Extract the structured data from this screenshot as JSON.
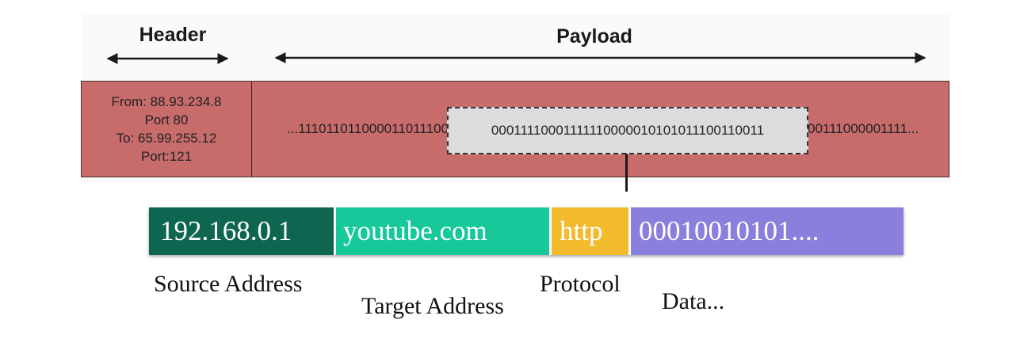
{
  "spans": {
    "header": "Header",
    "payload": "Payload"
  },
  "packet": {
    "header_lines": [
      "From: 88.93.234.8",
      "Port 80",
      "To: 65.99.255.12",
      "Port:121"
    ],
    "bits_left": "...111011011000011011100",
    "bits_highlighted": "00011110001111110000010101011100110011",
    "bits_right": "00111000001111..."
  },
  "segments": {
    "source": "192.168.0.1",
    "target": "youtube.com",
    "protocol": "http",
    "data": "00010010101...."
  },
  "labels": {
    "source": "Source Address",
    "target": "Target Address",
    "protocol": "Protocol",
    "data": "Data..."
  },
  "colors": {
    "packet_fill": "#c76b6b",
    "highlight_fill": "#dcdcdc",
    "source_fill": "#0e6650",
    "target_fill": "#16c89a",
    "protocol_fill": "#f2bb2c",
    "data_fill": "#8b7fdd"
  }
}
